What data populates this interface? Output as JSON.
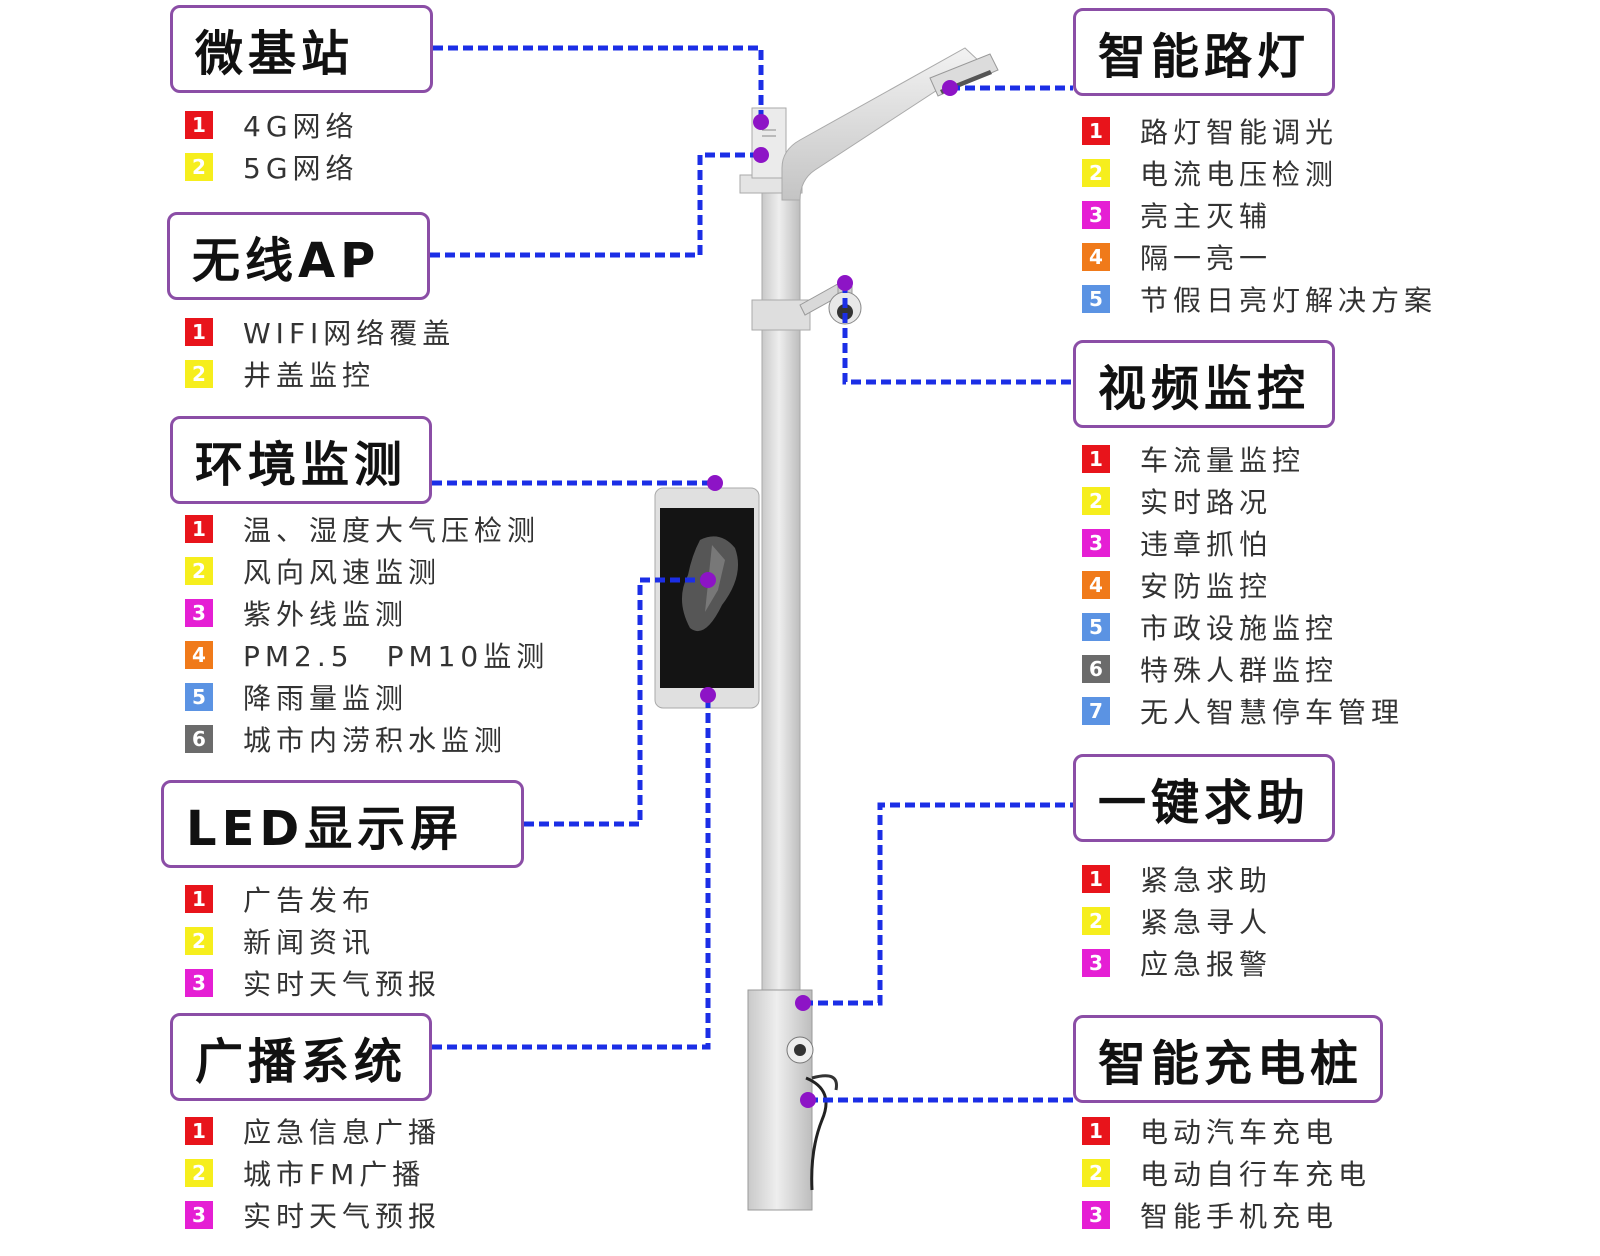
{
  "colors": {
    "badge": [
      "#e8141b",
      "#f6ee1d",
      "#e51fd4",
      "#f07a1a",
      "#5b93e3",
      "#6b6b6b",
      "#5b93e3"
    ],
    "badge_text_dark_on": [
      1
    ],
    "connector": "#1b2ee6",
    "dot": "#8d14c6",
    "box_border": "#8b4ea6"
  },
  "sections": [
    {
      "id": "micro-base-station",
      "title": "微基站",
      "items": [
        "4G网络",
        "5G网络"
      ]
    },
    {
      "id": "wireless-ap",
      "title": "无线AP",
      "items": [
        "WIFI网络覆盖",
        "井盖监控"
      ]
    },
    {
      "id": "environment-monitoring",
      "title": "环境监测",
      "items": [
        "温、湿度大气压检测",
        "风向风速监测",
        "紫外线监测",
        "PM2.5　PM10监测",
        "降雨量监测",
        "城市内涝积水监测"
      ]
    },
    {
      "id": "led-display",
      "title": "LED显示屏",
      "items": [
        "广告发布",
        "新闻资讯",
        "实时天气预报"
      ]
    },
    {
      "id": "broadcast-system",
      "title": "广播系统",
      "items": [
        "应急信息广播",
        "城市FM广播",
        "实时天气预报"
      ]
    },
    {
      "id": "smart-street-light",
      "title": "智能路灯",
      "items": [
        "路灯智能调光",
        "电流电压检测",
        "亮主灭辅",
        "隔一亮一",
        "节假日亮灯解决方案"
      ]
    },
    {
      "id": "video-surveillance",
      "title": "视频监控",
      "items": [
        "车流量监控",
        "实时路况",
        "违章抓怕",
        "安防监控",
        "市政设施监控",
        "特殊人群监控",
        "无人智慧停车管理"
      ]
    },
    {
      "id": "one-key-help",
      "title": "一键求助",
      "items": [
        "紧急求助",
        "紧急寻人",
        "应急报警"
      ]
    },
    {
      "id": "smart-charging-pile",
      "title": "智能充电桩",
      "items": [
        "电动汽车充电",
        "电动自行车充电",
        "智能手机充电"
      ]
    }
  ]
}
